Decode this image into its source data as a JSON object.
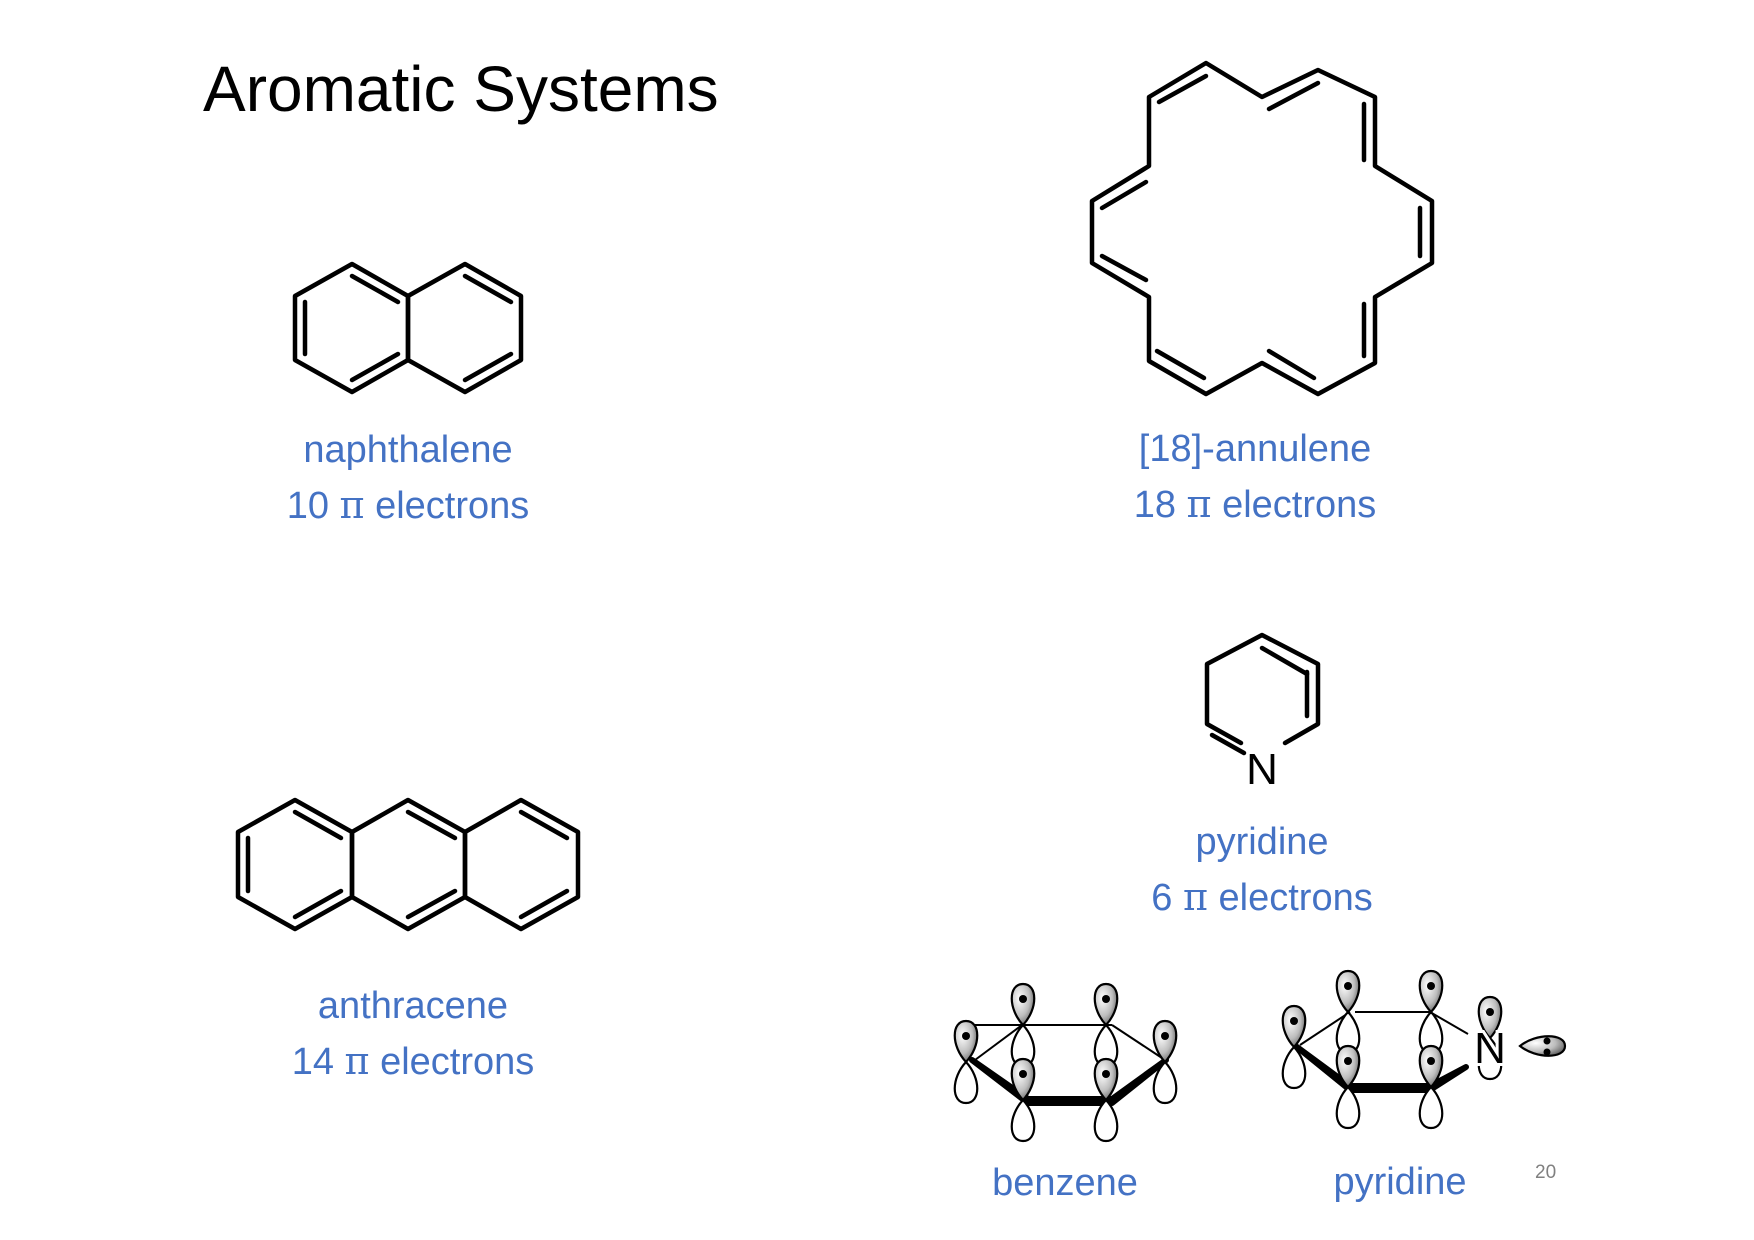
{
  "title": "Aromatic Systems",
  "compounds": {
    "naphthalene": {
      "name": "naphthalene",
      "count": "10",
      "pi": "π",
      "unit": "electrons"
    },
    "annulene": {
      "name": "[18]-annulene",
      "count": "18",
      "pi": "π",
      "unit": "electrons"
    },
    "anthracene": {
      "name": "anthracene",
      "count": "14",
      "pi": "π",
      "unit": "electrons"
    },
    "pyridine": {
      "name": "pyridine",
      "count": "6",
      "pi": "π",
      "unit": "electrons",
      "atom": "N"
    }
  },
  "orbital_diagrams": {
    "benzene": {
      "label": "benzene"
    },
    "pyridine": {
      "label": "pyridine",
      "atom": "N"
    }
  },
  "page_number": "20",
  "colors": {
    "caption": "#4472c4",
    "structure": "#000000",
    "page_number": "#808080"
  }
}
